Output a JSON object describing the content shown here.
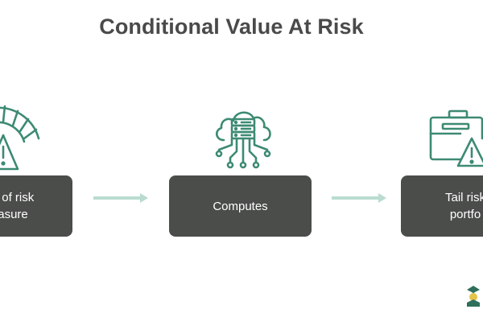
{
  "title": "Conditional Value At Risk",
  "steps": [
    {
      "icon": "gauge-warning-icon",
      "line1": "e of risk",
      "line2": "asure"
    },
    {
      "icon": "cloud-server-network-icon",
      "line1": "Computes",
      "line2": ""
    },
    {
      "icon": "briefcase-warning-icon",
      "line1": "Tail risk",
      "line2": "portfo"
    }
  ],
  "colors": {
    "accent": "#3d8a73",
    "box": "#4b4d4b",
    "arrow": "#b9dccf",
    "title": "#4a4a4a"
  },
  "logo_icon": "brand-logo-icon"
}
